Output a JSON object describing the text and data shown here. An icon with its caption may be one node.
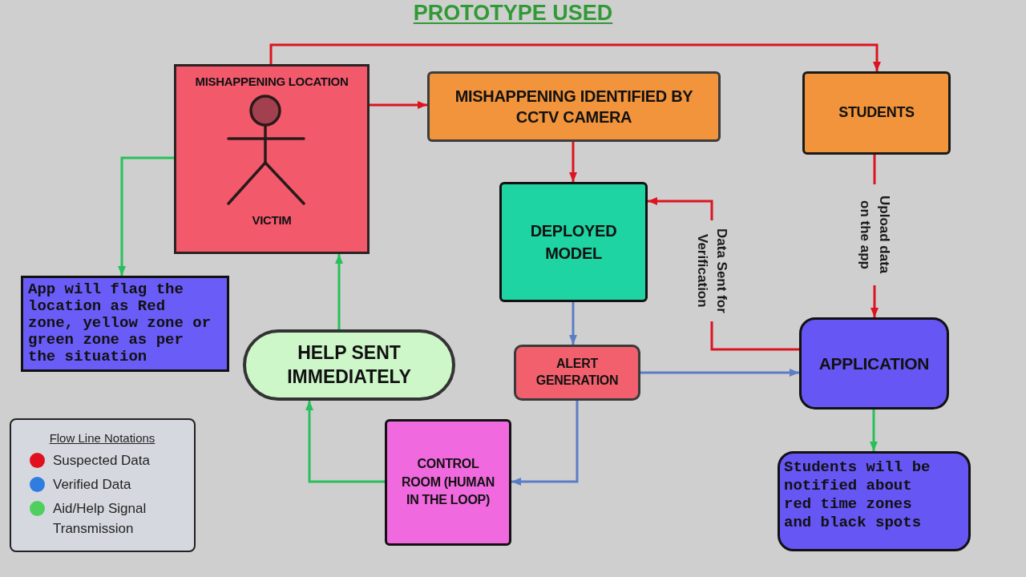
{
  "diagram": {
    "title": "PROTOTYPE USED",
    "nodes": [
      {
        "text": [
          "MISHAPPENING LOCATION",
          "VICTIM"
        ]
      },
      {
        "text": [
          "MISHAPPENING IDENTIFIED BY CCTV CAMERA"
        ]
      },
      {
        "text": [
          "STUDENTS"
        ]
      },
      {
        "text": [
          "DEPLOYED MODEL"
        ]
      },
      {
        "text": [
          "App will flag the location as Red zone, yellow zone or green zone as per the situation"
        ]
      },
      {
        "text": [
          "HELP SENT IMMEDIATELY"
        ]
      },
      {
        "text": [
          "ALERT GENERATION"
        ]
      },
      {
        "text": [
          "APPLICATION"
        ]
      },
      {
        "text": [
          "CONTROL ROOM (HUMAN IN THE LOOP)"
        ]
      },
      {
        "text": [
          "Students will be notified about red time zones and black spots"
        ]
      }
    ],
    "edges": [
      {
        "from": 0,
        "to": 2,
        "arrow": "to"
      },
      {
        "from": 0,
        "to": 1,
        "arrow": "to"
      },
      {
        "from": 1,
        "to": 3,
        "arrow": "to"
      },
      {
        "from": 2,
        "to": 7,
        "arrow": "to",
        "label": "Upload data on the app"
      },
      {
        "from": 7,
        "to": 3,
        "arrow": "to",
        "label": "Data Sent for Verification"
      },
      {
        "from": 3,
        "to": 6,
        "arrow": "to",
        "color": "#5b7cc6"
      },
      {
        "from": 6,
        "to": 7,
        "arrow": "to",
        "color": "#5b7cc6"
      },
      {
        "from": 6,
        "to": 8,
        "arrow": "to",
        "color": "#5b7cc6"
      },
      {
        "from": 8,
        "to": 5,
        "arrow": "to",
        "color": "#27c05a"
      },
      {
        "from": 5,
        "to": 0,
        "arrow": "to",
        "color": "#27c05a"
      },
      {
        "from": 0,
        "to": 4,
        "arrow": "to",
        "color": "#27c05a"
      },
      {
        "from": 7,
        "to": 9,
        "arrow": "to",
        "color": "#27c05a"
      }
    ],
    "labels": [
      "Flow Line Notations"
    ],
    "legend": [
      {
        "text": "Suspected Data",
        "color": "#e0101e"
      },
      {
        "text": "Verified Data",
        "color": "#2f7de0"
      },
      {
        "text": "Aid/Help Signal Transmission",
        "color": "#4fd05e"
      }
    ]
  }
}
